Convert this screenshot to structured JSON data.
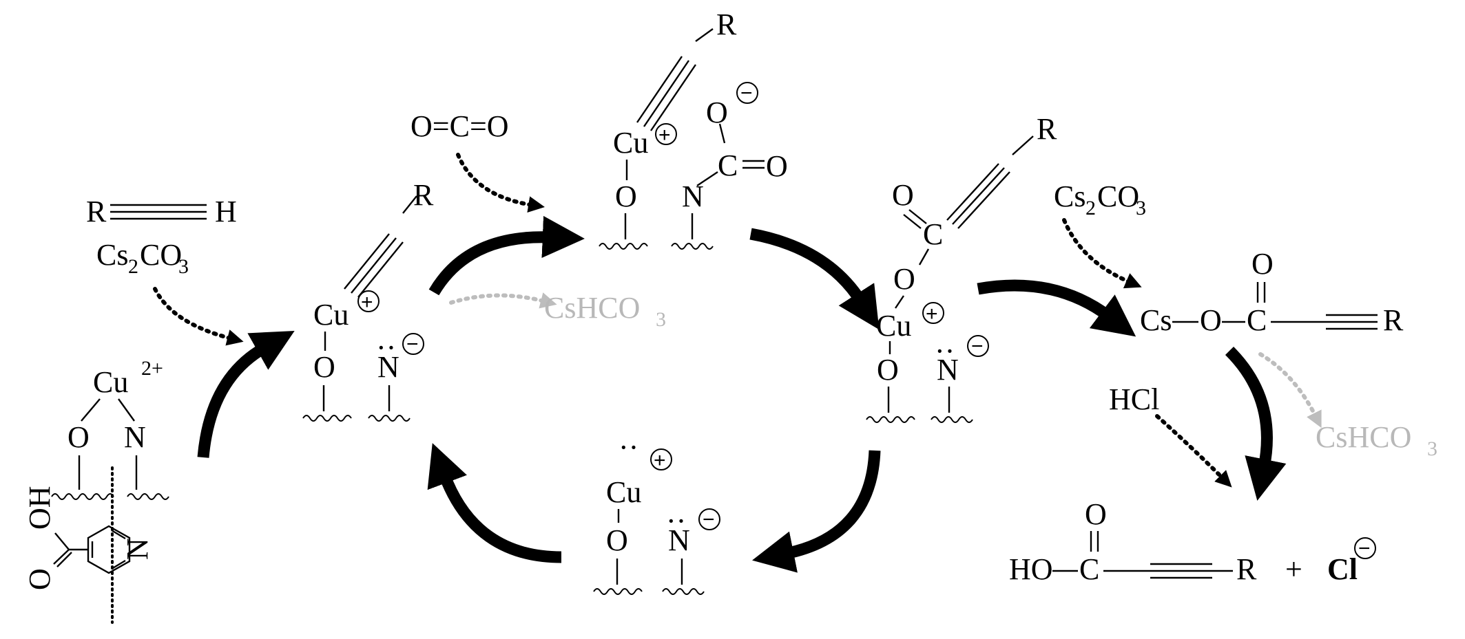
{
  "labels": {
    "R": "R",
    "H": "H",
    "Cu": "Cu",
    "O": "O",
    "N": "N",
    "C": "C",
    "Cs": "Cs",
    "HO": "HO",
    "HCl": "HCl",
    "Cl": "Cl",
    "plus": "+",
    "charge_plus": "+",
    "charge_minus": "−",
    "lone_pair": "··",
    "cu2_sup": "2+",
    "cs2co3_a": "Cs",
    "cs2co3_2": "2",
    "cs2co3_b": "CO",
    "cs2co3_3": "3",
    "cshco3_a": "CsHCO",
    "cshco3_3": "3",
    "co2": "O=C=O",
    "oh_upright": "OH",
    "o_upright": "O",
    "n_ring": "N"
  },
  "colors": {
    "ink": "#000000",
    "byproduct": "#b8b8b8"
  }
}
